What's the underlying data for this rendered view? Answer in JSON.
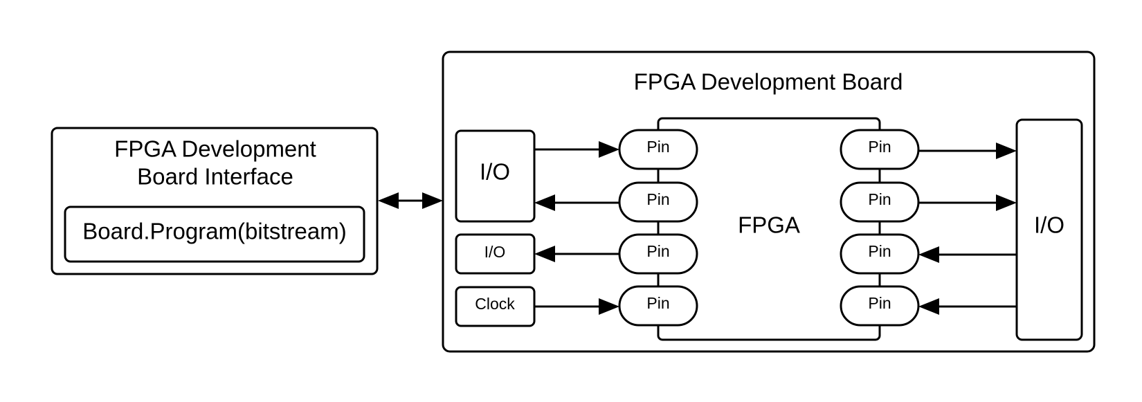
{
  "interface": {
    "title_line1": "FPGA Development",
    "title_line2": "Board Interface",
    "method": "Board.Program(bitstream)"
  },
  "board": {
    "title": "FPGA Development Board",
    "fpga_label": "FPGA",
    "left_io_top": "I/O",
    "left_io_small": "I/O",
    "clock": "Clock",
    "right_io": "I/O",
    "pin_label": "Pin"
  },
  "colors": {
    "stroke": "#000000",
    "background": "#ffffff"
  }
}
